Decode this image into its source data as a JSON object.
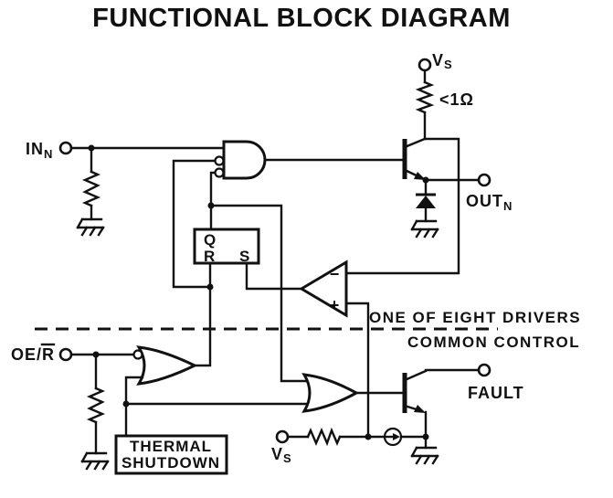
{
  "title": "FUNCTIONAL BLOCK DIAGRAM",
  "colors": {
    "ink": "#111111",
    "background": "#ffffff"
  },
  "terminals": {
    "vs_top": {
      "text": "V",
      "sub": "S"
    },
    "in": {
      "text": "IN",
      "sub": "N"
    },
    "out": {
      "text": "OUT",
      "sub": "N"
    },
    "oe": {
      "prefix": "OE/",
      "overbar": "R"
    },
    "fault": {
      "text": "FAULT"
    },
    "vs_bottom": {
      "text": "V",
      "sub": "S"
    }
  },
  "components": {
    "ballast_resistor_value": "<1Ω",
    "latch": {
      "q": "Q",
      "r": "R",
      "s": "S"
    },
    "comparator": {
      "minus": "−",
      "plus": "+"
    },
    "thermal_shutdown": {
      "line1": "THERMAL",
      "line2": "SHUTDOWN"
    }
  },
  "sections": {
    "driver_label": "ONE OF EIGHT DRIVERS",
    "control_label": "COMMON CONTROL"
  }
}
